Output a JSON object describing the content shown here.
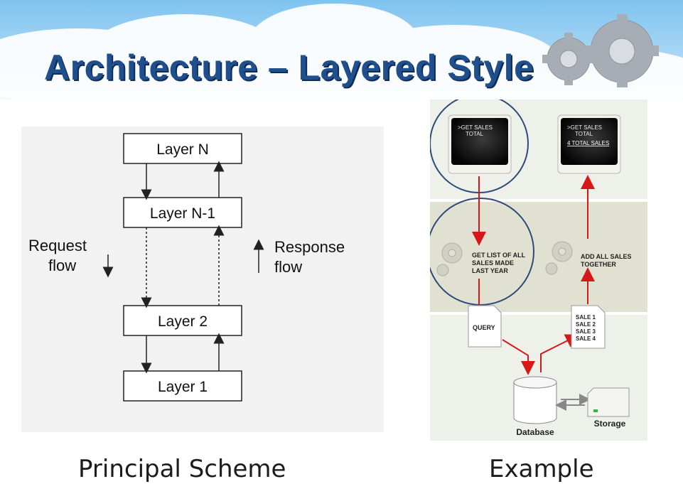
{
  "slide": {
    "title": "Architecture – Layered Style"
  },
  "scheme": {
    "caption": "Principal Scheme",
    "layers": [
      "Layer N",
      "Layer N-1",
      "Layer 2",
      "Layer 1"
    ],
    "request_label": [
      "Request",
      "flow"
    ],
    "response_label": [
      "Response",
      "flow"
    ]
  },
  "example": {
    "caption": "Example",
    "screen_left_lines": [
      ">GET SALES",
      "TOTAL"
    ],
    "screen_right_lines": [
      ">GET SALES",
      "TOTAL",
      "4 TOTAL SALES"
    ],
    "step_left_lines": [
      "GET LIST OF ALL",
      "SALES MADE",
      "LAST YEAR"
    ],
    "step_right_lines": [
      "ADD ALL SALES",
      "TOGETHER"
    ],
    "query_label": "QUERY",
    "sales_lines": [
      "SALE 1",
      "SALE 2",
      "SALE 3",
      "SALE 4"
    ],
    "database_label": "Database",
    "storage_label": "Storage"
  }
}
